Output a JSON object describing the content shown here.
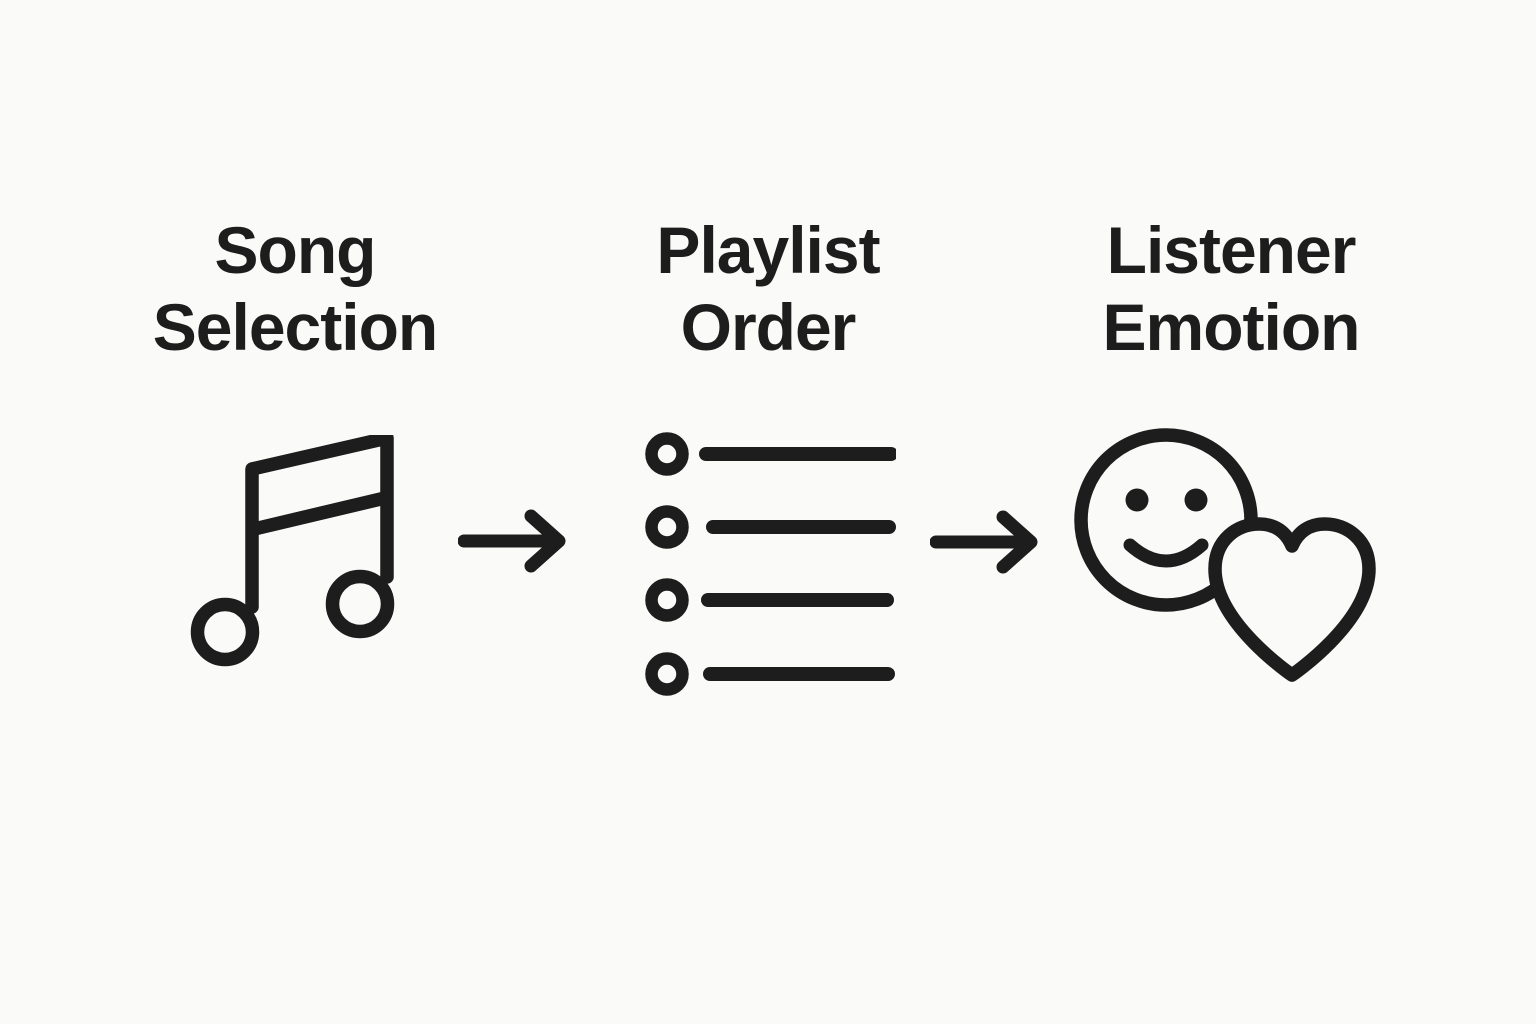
{
  "colors": {
    "ink": "#1d1d1d",
    "background": "#fafaf8"
  },
  "diagram": {
    "type": "flow",
    "direction": "left-to-right",
    "stages": [
      {
        "title_line1": "Song",
        "title_line2": "Selection",
        "icon": "music-note-icon"
      },
      {
        "title_line1": "Playlist",
        "title_line2": "Order",
        "icon": "playlist-list-icon"
      },
      {
        "title_line1": "Listener",
        "title_line2": "Emotion",
        "icon": "smiley-heart-icon"
      }
    ],
    "connectors": [
      {
        "icon": "arrow-right-icon",
        "direction": "right"
      },
      {
        "icon": "arrow-right-icon",
        "direction": "right"
      }
    ]
  }
}
